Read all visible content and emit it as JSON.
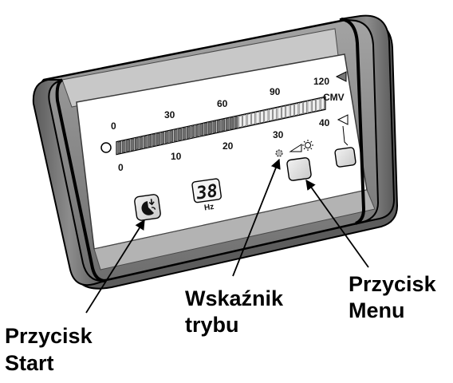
{
  "device": {
    "scale": {
      "upper_ticks": [
        "0",
        "30",
        "60",
        "90",
        "120"
      ],
      "upper_unit": "CMV",
      "lower_ticks": [
        "0",
        "10",
        "20",
        "30",
        "40"
      ]
    },
    "display": {
      "value": "38",
      "unit": "Hz"
    }
  },
  "callouts": {
    "start": {
      "line1": "Przycisk",
      "line2": "Start"
    },
    "mode": {
      "line1": "Wskaźnik",
      "line2": "trybu"
    },
    "menu": {
      "line1": "Przycisk",
      "line2": "Menu"
    }
  },
  "colors": {
    "housing_frame": "#8a8a8a",
    "housing_shadow": "#5c5c5c",
    "panel_face": "#ffffff",
    "panel_top_band": "#cfcfcf",
    "panel_bottom_band": "#b9b9b9",
    "bar_dark": "#6e6e6e",
    "bar_light": "#eeeeee",
    "outline": "#000000"
  }
}
